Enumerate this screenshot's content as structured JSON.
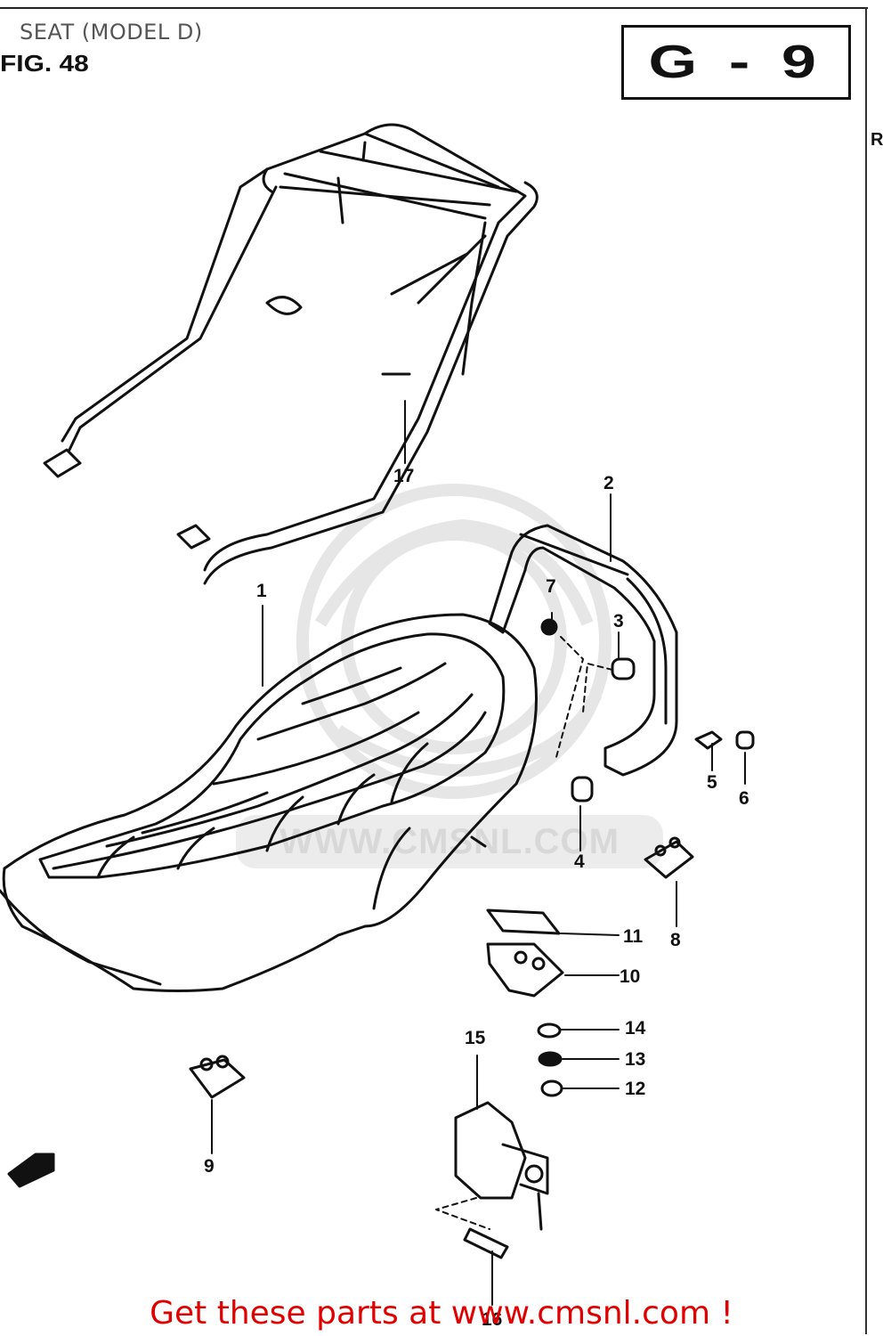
{
  "header": {
    "title": "SEAT (MODEL D)",
    "fig_label": "FIG. 48",
    "code": "G - 9",
    "side_mark": "R"
  },
  "watermark": {
    "text": "WWW.CMSNL.COM"
  },
  "callouts": {
    "p1": "1",
    "p2": "2",
    "p3": "3",
    "p4": "4",
    "p5": "5",
    "p6": "6",
    "p7": "7",
    "p8": "8",
    "p9": "9",
    "p10": "10",
    "p11": "11",
    "p12": "12",
    "p13": "13",
    "p14": "14",
    "p15": "15",
    "p16": "16",
    "p17": "17"
  },
  "footer": {
    "link_text": "Get these parts at www.cmsnl.com !",
    "link_color": "#e00000"
  },
  "icons": {
    "front_direction": "arrow-left-icon"
  }
}
